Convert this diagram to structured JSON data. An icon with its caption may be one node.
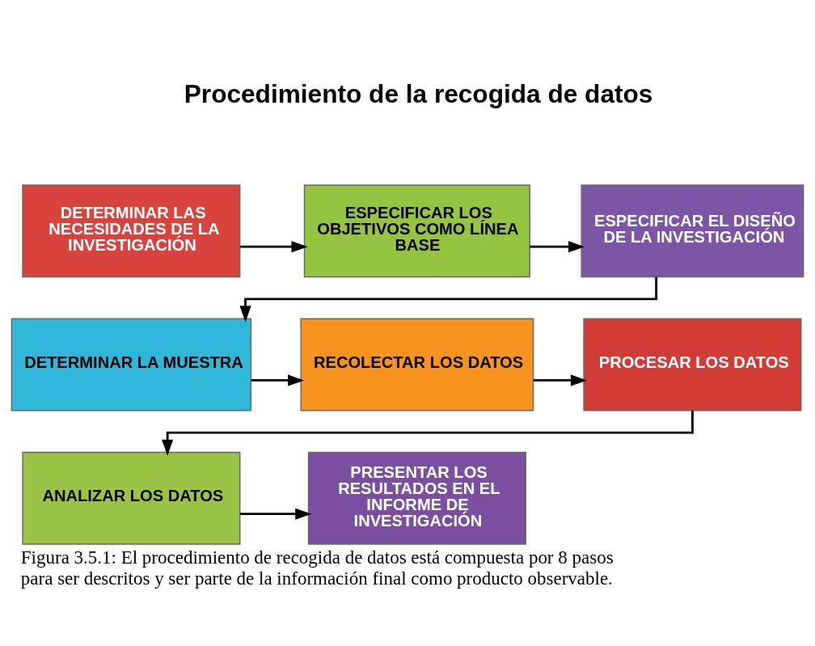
{
  "diagram": {
    "title": "Procedimiento de la recogida de datos",
    "caption": "Figura 3.5.1: El procedimiento de recogida de datos está compuesta por 8 pasos para ser descritos y ser parte de la información final como producto observable.",
    "nodes": [
      {
        "text": [
          "DETERMINAR LAS NECESIDADES DE LA INVESTIGACIÓN"
        ]
      },
      {
        "text": [
          "ESPECIFICAR LOS OBJETIVOS COMO LÍNEA BASE"
        ]
      },
      {
        "text": [
          "ESPECIFICAR EL DISEÑO DE LA INVESTIGACIÓN"
        ]
      },
      {
        "text": [
          "DETERMINAR LA MUESTRA"
        ]
      },
      {
        "text": [
          "RECOLECTAR LOS DATOS"
        ]
      },
      {
        "text": [
          "PROCESAR LOS DATOS"
        ]
      },
      {
        "text": [
          "ANALIZAR LOS DATOS"
        ]
      },
      {
        "text": [
          "PRESENTAR LOS RESULTADOS EN EL INFORME DE INVESTIGACIÓN"
        ]
      }
    ],
    "edges": [
      {
        "from": 0,
        "to": 1,
        "arrow": "to"
      },
      {
        "from": 1,
        "to": 2,
        "arrow": "to"
      },
      {
        "from": 2,
        "to": 3,
        "arrow": "to"
      },
      {
        "from": 3,
        "to": 4,
        "arrow": "to"
      },
      {
        "from": 4,
        "to": 5,
        "arrow": "to"
      },
      {
        "from": 5,
        "to": 6,
        "arrow": "to"
      },
      {
        "from": 6,
        "to": 7,
        "arrow": "to"
      }
    ]
  }
}
